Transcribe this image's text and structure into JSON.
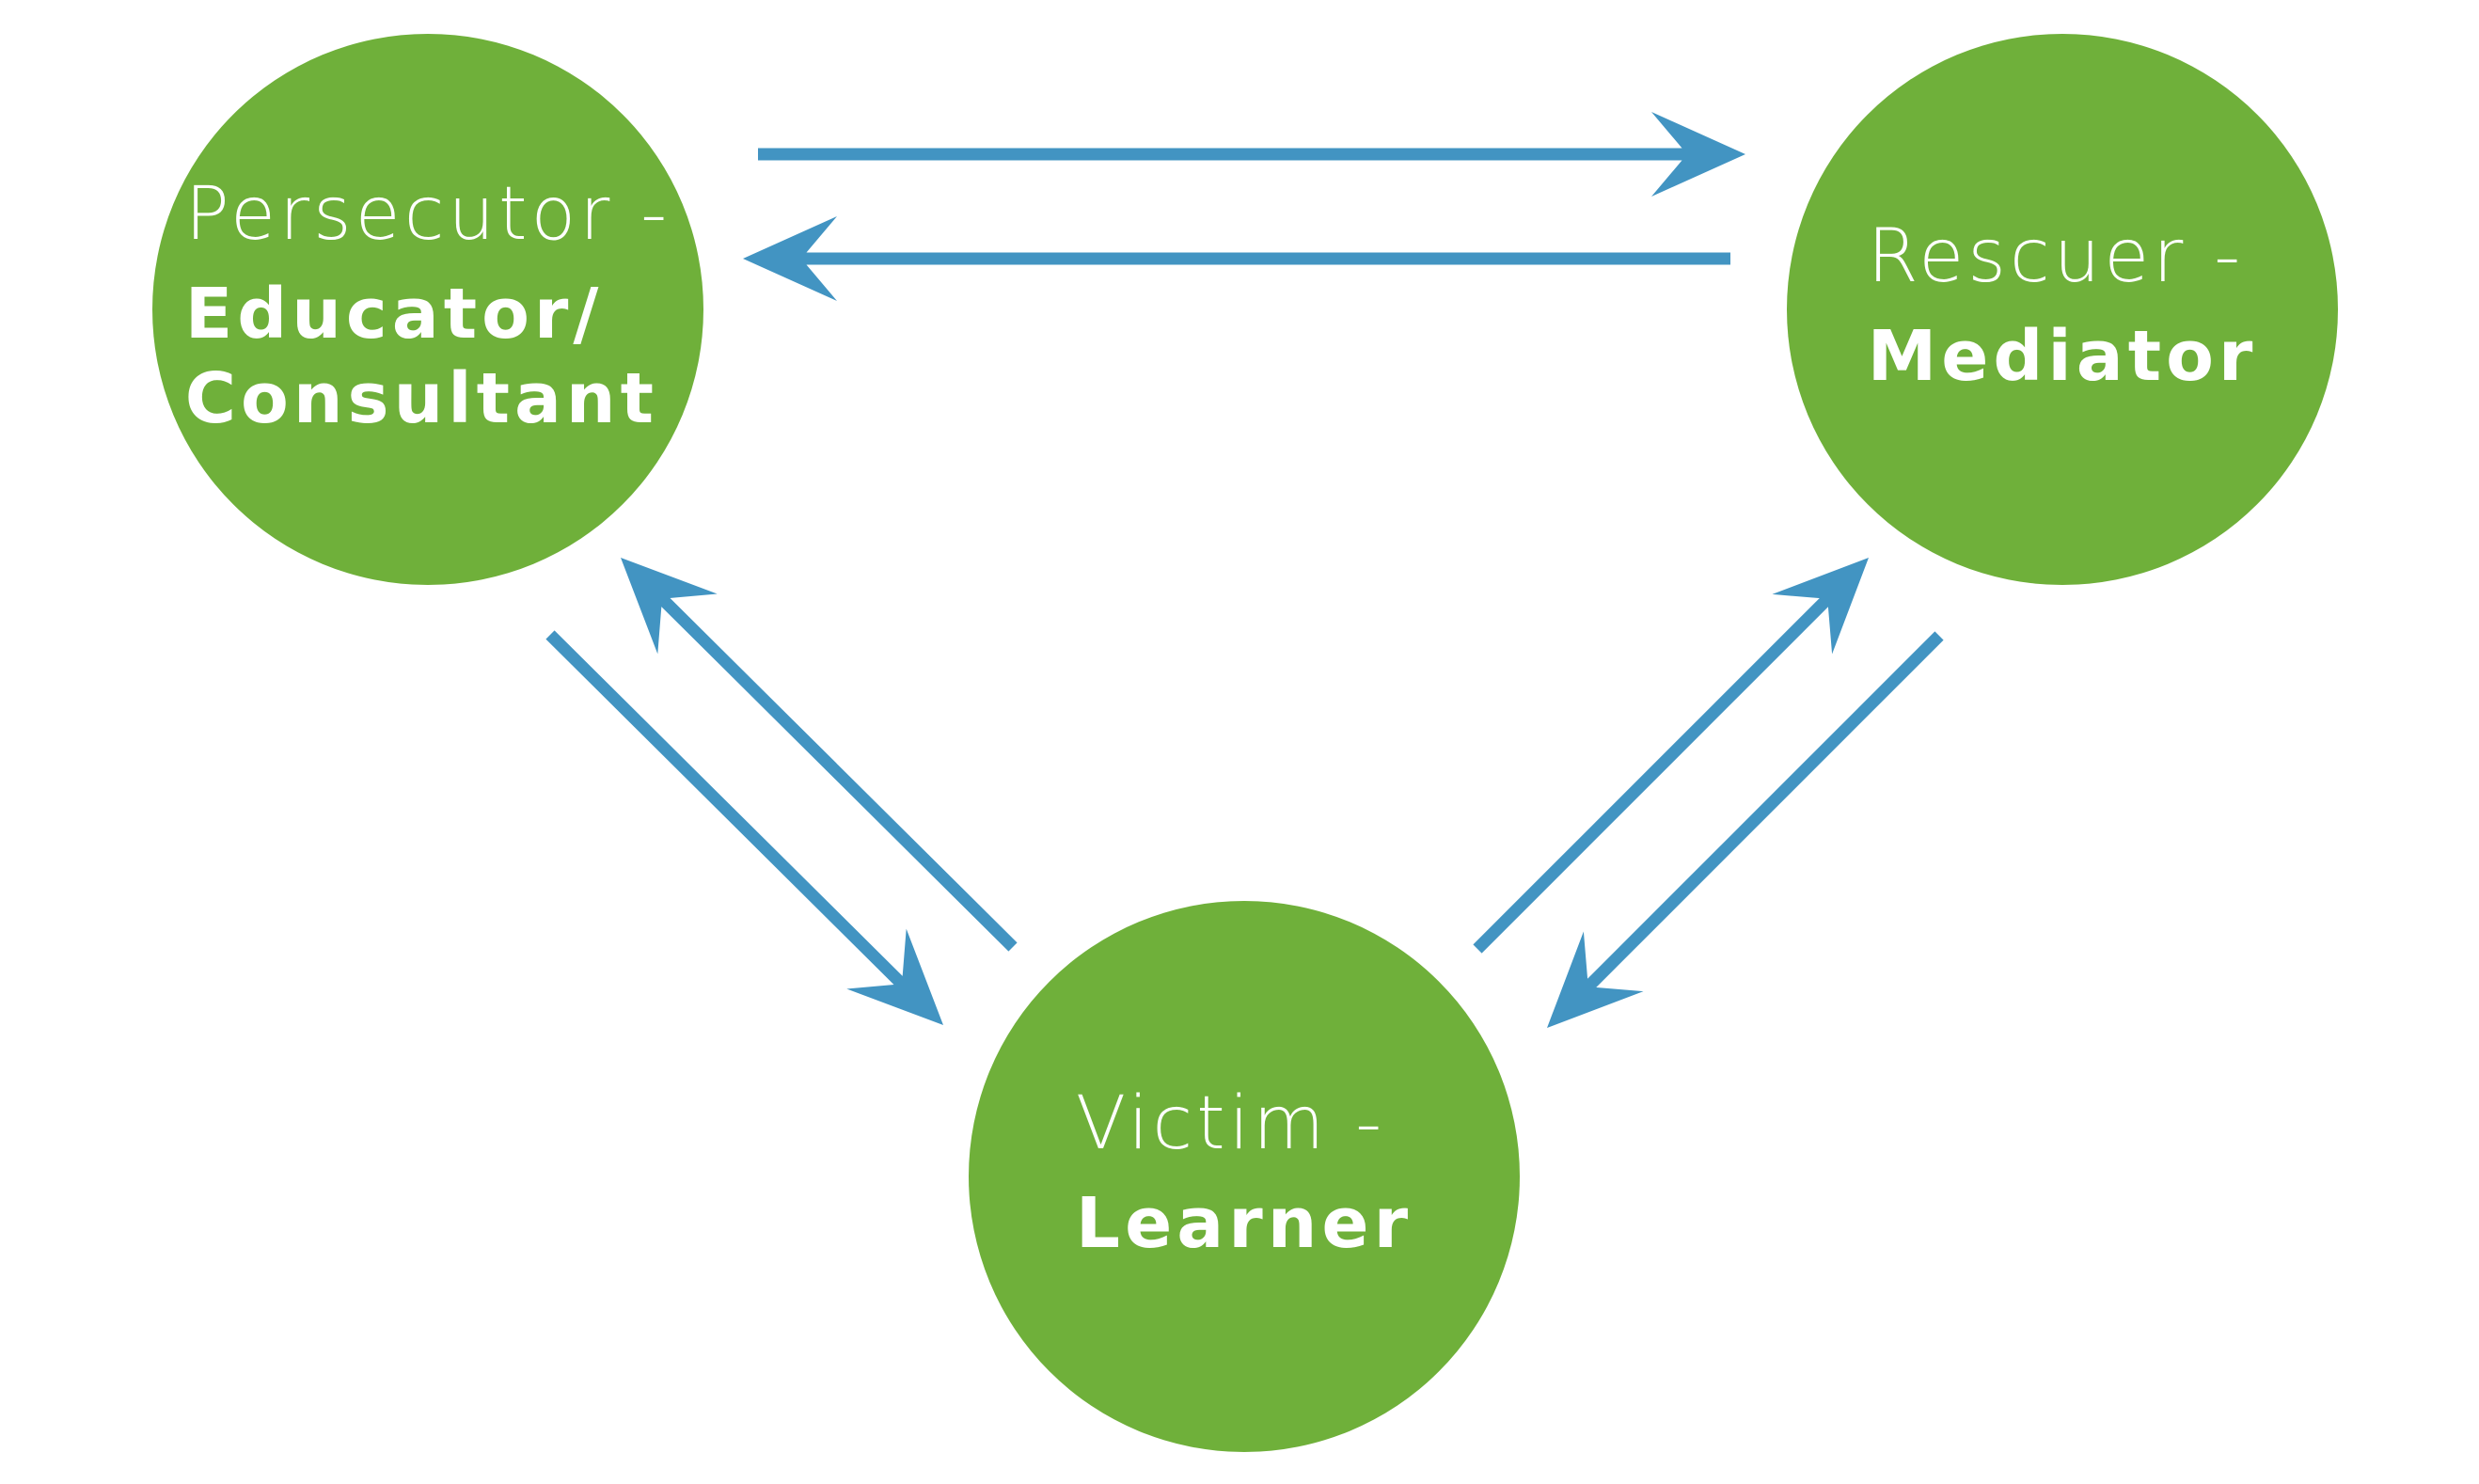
{
  "colors": {
    "node_fill": "#6fb03a",
    "arrow": "#4294c2",
    "text": "#ffffff"
  },
  "nodes": {
    "persecutor": {
      "old_role": "Persecutor -",
      "new_role": "Educator/\nConsultant"
    },
    "rescuer": {
      "old_role": "Rescuer -",
      "new_role": "Mediator"
    },
    "victim": {
      "old_role": "Victim -",
      "new_role": "Learner"
    }
  }
}
